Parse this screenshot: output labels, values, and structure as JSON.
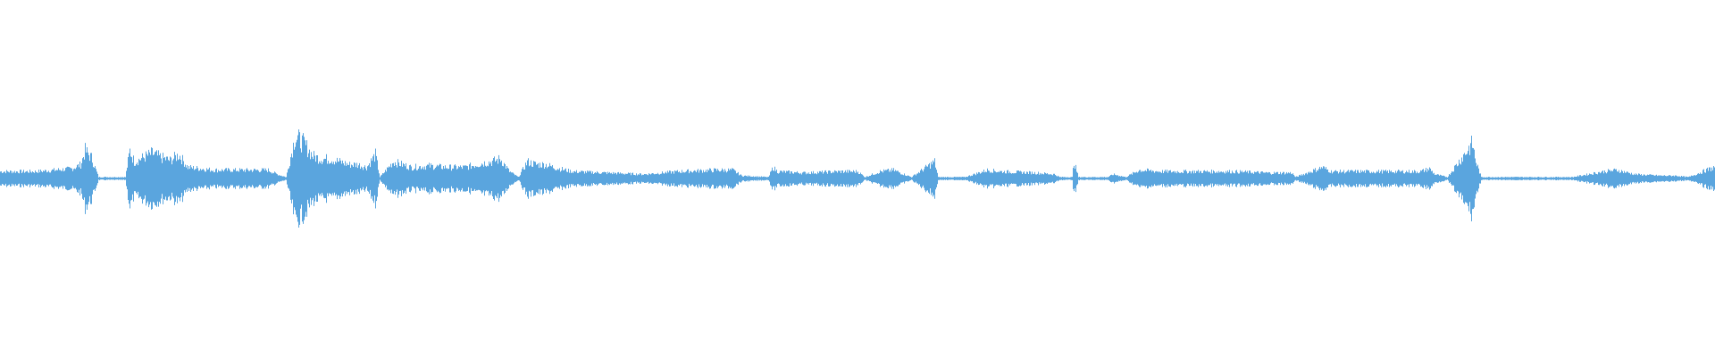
{
  "colors": {
    "background": "#ffffff",
    "wave": "#5aa5de"
  },
  "chart_data": {
    "type": "area",
    "title": "",
    "xlabel": "",
    "ylabel": "",
    "grid": false,
    "legend": "none",
    "ylim": [
      -1,
      1
    ],
    "xlim": [
      0,
      1920
    ],
    "x_unit": "column",
    "series": [
      {
        "values": [
          [
            0,
            0.05
          ],
          [
            40,
            0.05
          ],
          [
            80,
            0.07
          ],
          [
            90,
            0.1
          ],
          [
            95,
            0.2
          ],
          [
            102,
            0.15
          ],
          [
            110,
            0.01
          ],
          [
            140,
            0.01
          ],
          [
            145,
            0.2
          ],
          [
            150,
            0.12
          ],
          [
            160,
            0.15
          ],
          [
            170,
            0.18
          ],
          [
            180,
            0.15
          ],
          [
            190,
            0.13
          ],
          [
            200,
            0.17
          ],
          [
            210,
            0.08
          ],
          [
            240,
            0.06
          ],
          [
            280,
            0.06
          ],
          [
            300,
            0.06
          ],
          [
            310,
            0.03
          ],
          [
            320,
            0.01
          ],
          [
            330,
            0.3
          ],
          [
            340,
            0.25
          ],
          [
            350,
            0.16
          ],
          [
            360,
            0.14
          ],
          [
            370,
            0.14
          ],
          [
            380,
            0.12
          ],
          [
            390,
            0.1
          ],
          [
            400,
            0.1
          ],
          [
            410,
            0.08
          ],
          [
            420,
            0.17
          ],
          [
            425,
            0.01
          ],
          [
            440,
            0.12
          ],
          [
            450,
            0.1
          ],
          [
            460,
            0.08
          ],
          [
            480,
            0.09
          ],
          [
            500,
            0.08
          ],
          [
            520,
            0.08
          ],
          [
            540,
            0.11
          ],
          [
            550,
            0.12
          ],
          [
            560,
            0.14
          ],
          [
            570,
            0.05
          ],
          [
            580,
            0.01
          ],
          [
            590,
            0.12
          ],
          [
            600,
            0.1
          ],
          [
            610,
            0.1
          ],
          [
            620,
            0.08
          ],
          [
            640,
            0.05
          ],
          [
            680,
            0.04
          ],
          [
            720,
            0.03
          ],
          [
            760,
            0.05
          ],
          [
            800,
            0.06
          ],
          [
            820,
            0.06
          ],
          [
            830,
            0.02
          ],
          [
            860,
            0.01
          ],
          [
            865,
            0.08
          ],
          [
            870,
            0.05
          ],
          [
            900,
            0.04
          ],
          [
            940,
            0.05
          ],
          [
            960,
            0.05
          ],
          [
            968,
            0.01
          ],
          [
            985,
            0.05
          ],
          [
            1000,
            0.06
          ],
          [
            1012,
            0.03
          ],
          [
            1020,
            0.01
          ],
          [
            1046,
            0.12
          ],
          [
            1050,
            0.01
          ],
          [
            1080,
            0.01
          ],
          [
            1105,
            0.06
          ],
          [
            1120,
            0.05
          ],
          [
            1160,
            0.04
          ],
          [
            1180,
            0.03
          ],
          [
            1186,
            0.01
          ],
          [
            1200,
            0.01
          ],
          [
            1202,
            0.12
          ],
          [
            1207,
            0.01
          ],
          [
            1220,
            0.01
          ],
          [
            1240,
            0.01
          ],
          [
            1246,
            0.03
          ],
          [
            1260,
            0.01
          ],
          [
            1275,
            0.06
          ],
          [
            1300,
            0.05
          ],
          [
            1340,
            0.05
          ],
          [
            1380,
            0.05
          ],
          [
            1420,
            0.04
          ],
          [
            1446,
            0.04
          ],
          [
            1450,
            0.01
          ],
          [
            1480,
            0.08
          ],
          [
            1490,
            0.05
          ],
          [
            1520,
            0.05
          ],
          [
            1560,
            0.05
          ],
          [
            1590,
            0.05
          ],
          [
            1600,
            0.07
          ],
          [
            1606,
            0.03
          ],
          [
            1620,
            0.01
          ],
          [
            1648,
            0.25
          ],
          [
            1652,
            0.12
          ],
          [
            1658,
            0.01
          ],
          [
            1700,
            0.01
          ],
          [
            1760,
            0.01
          ],
          [
            1795,
            0.05
          ],
          [
            1810,
            0.06
          ],
          [
            1830,
            0.03
          ],
          [
            1860,
            0.02
          ],
          [
            1875,
            0.02
          ],
          [
            1890,
            0.01
          ],
          [
            1910,
            0.06
          ],
          [
            1920,
            0.08
          ]
        ]
      }
    ]
  }
}
